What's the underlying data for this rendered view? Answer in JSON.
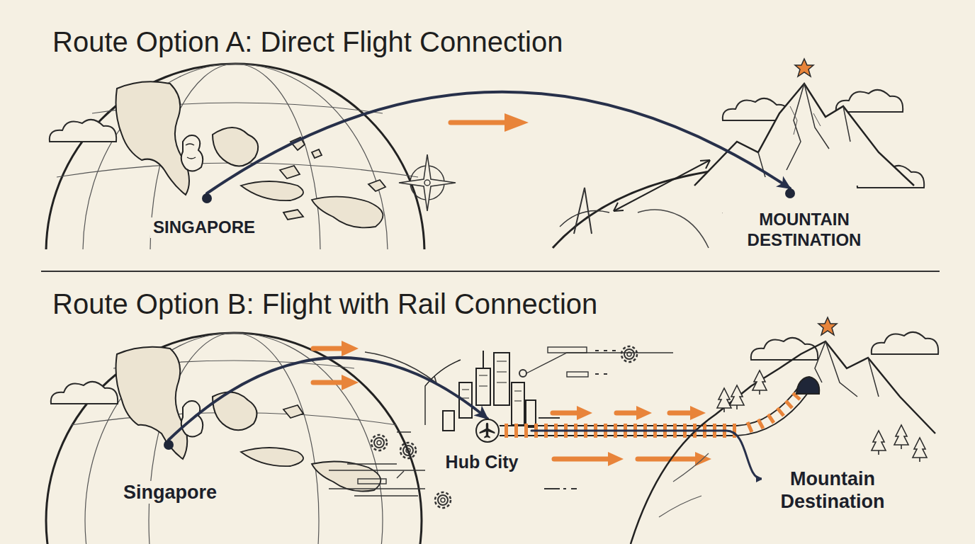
{
  "diagram": {
    "nodes": [
      {
        "text": [
          "SINGAPORE"
        ]
      },
      {
        "text": [
          "MOUNTAIN DESTINATION"
        ]
      },
      {
        "text": [
          "Singapore"
        ]
      },
      {
        "text": [
          "Hub City"
        ]
      },
      {
        "text": [
          "Mountain Destination"
        ]
      }
    ],
    "edges": [
      {
        "from": 0,
        "to": 1,
        "arrow": "to"
      },
      {
        "from": 2,
        "to": 3,
        "arrow": "to"
      },
      {
        "from": 3,
        "to": 4,
        "arrow": "to"
      }
    ],
    "labels": [
      "Route Option A: Direct Flight Connection",
      "Route Option B: Flight with Rail Connection"
    ]
  }
}
